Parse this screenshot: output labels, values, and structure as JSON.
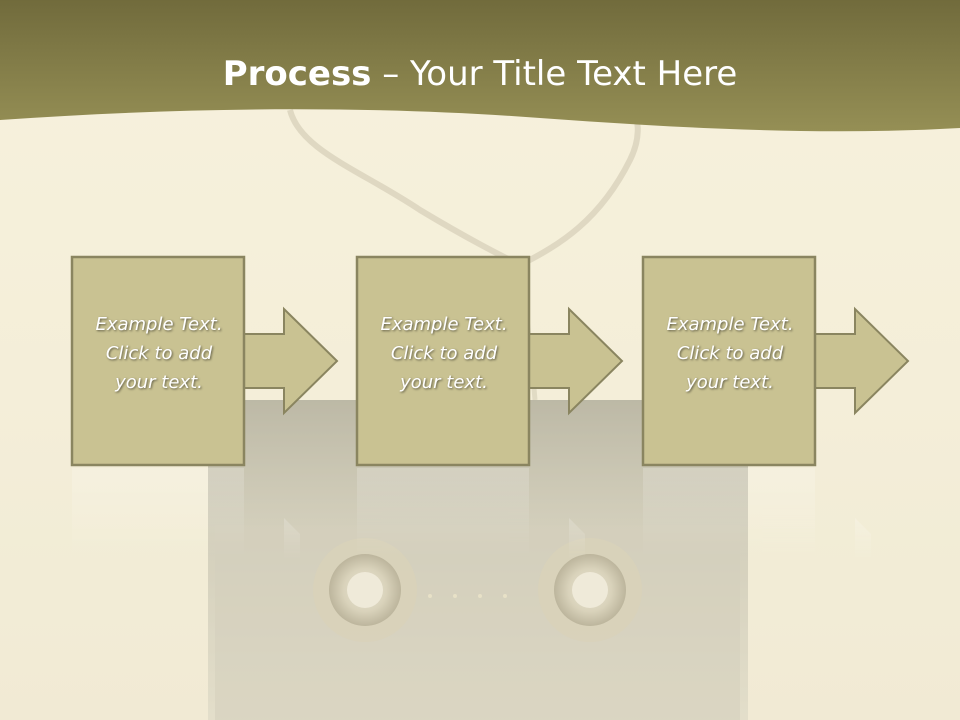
{
  "title": {
    "strong": "Process",
    "rest": " – Your Title Text Here"
  },
  "steps": [
    {
      "lines": [
        "Example Text.",
        "Click  to add",
        "your text."
      ]
    },
    {
      "lines": [
        "Example Text.",
        "Click  to add",
        "your text."
      ]
    },
    {
      "lines": [
        "Example Text.",
        "Click  to add",
        "your text."
      ]
    }
  ],
  "colors": {
    "header": "#8a8448",
    "box_fill": "#c9c292",
    "box_border": "#8a8560",
    "background": "#f6f1dc"
  }
}
